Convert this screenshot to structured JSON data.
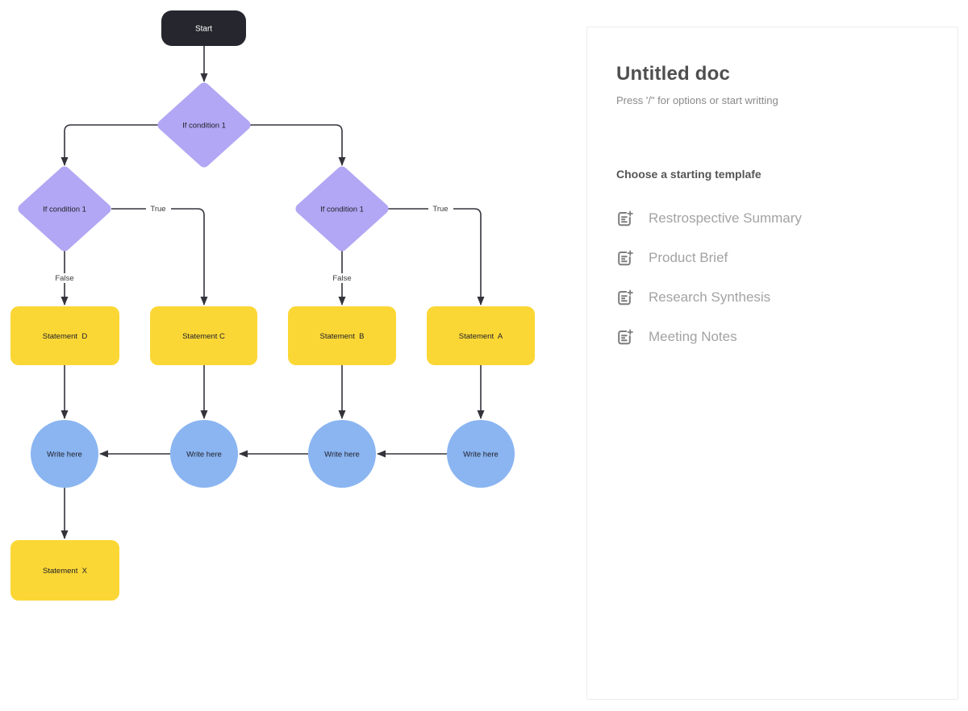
{
  "flowchart": {
    "nodes": {
      "start": {
        "label": "Start"
      },
      "decision_top": {
        "label": "If condition 1"
      },
      "decision_left": {
        "label": "If condition 1"
      },
      "decision_right": {
        "label": "If condition 1"
      },
      "statement_d": {
        "label": "Statement  D"
      },
      "statement_c": {
        "label": "Statement C"
      },
      "statement_b": {
        "label": "Statement  B"
      },
      "statement_a": {
        "label": "Statement  A"
      },
      "write_1": {
        "label": "Write here"
      },
      "write_2": {
        "label": "Write here"
      },
      "write_3": {
        "label": "Write here"
      },
      "write_4": {
        "label": "Write here"
      },
      "statement_x": {
        "label": "Statement  X"
      }
    },
    "edge_labels": {
      "true": "True",
      "false": "False"
    },
    "colors": {
      "start_fill": "#26262e",
      "start_text": "#ffffff",
      "decision_fill": "#b2a7f4",
      "statement_fill": "#fbd735",
      "circle_fill": "#8ab5f1",
      "edge_stroke": "#33333b",
      "node_text": "#20202a"
    }
  },
  "panel": {
    "title": "Untitled doc",
    "placeholder": "Press '/\" for options or start writting",
    "templates_heading": "Choose a starting templafe",
    "templates": [
      {
        "label": "Restrospective Summary"
      },
      {
        "label": "Product Brief"
      },
      {
        "label": "Research Synthesis"
      },
      {
        "label": "Meeting Notes"
      }
    ]
  }
}
